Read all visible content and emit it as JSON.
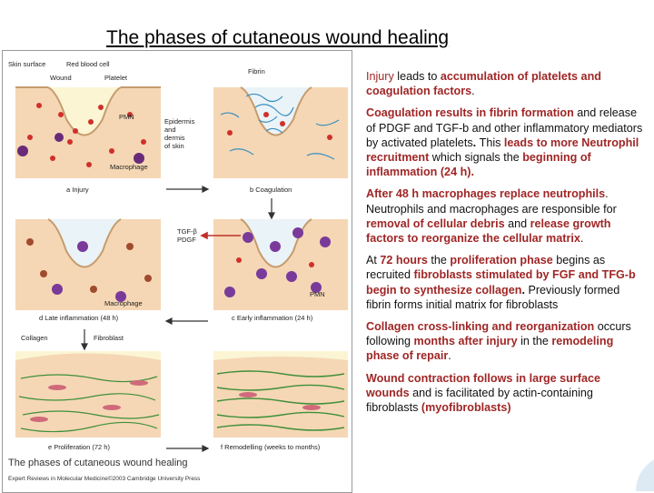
{
  "title": "The phases of cutaneous wound healing",
  "figure": {
    "labels": {
      "skin_surface": "Skin surface",
      "red_blood_cell": "Red blood cell",
      "wound": "Wound",
      "platelet": "Platelet",
      "fibrin": "Fibrin",
      "pmn": "PMN",
      "epidermis": [
        "Epidermis",
        "and",
        "dermis",
        "of skin"
      ],
      "macrophage": "Macrophage",
      "tgf": "TGF-β",
      "pdgf": "PDGF",
      "collagen": "Collagen",
      "fibroblast": "Fibroblast"
    },
    "captions": {
      "a": "a Injury",
      "b": "b Coagulation",
      "c": "c Early inflammation (24 h)",
      "d": "d Late inflammation (48 h)",
      "e": "e Proliferation (72 h)",
      "f": "f Remodelling (weeks to months)"
    },
    "footer_title": "The phases of cutaneous wound healing",
    "footer_credit": "Expert Reviews in Molecular Medicine©2003 Cambridge University Press"
  },
  "paragraphs": {
    "p1": {
      "t1": "Injury",
      "t2": " leads to  ",
      "t3": "accumulation of platelets and coagulation factors",
      "t4": "."
    },
    "p2": {
      "t1": "Coagulation results in fibrin formation",
      "t2": " and release of PDGF and TGF-b and other inflammatory mediators by activated platelets",
      "t3": ". ",
      "t4": "This ",
      "t5": "leads to more Neutrophil recruitment",
      "t6": " which signals the ",
      "t7": "beginning of inflammation (24 h).",
      "t8": ""
    },
    "p3": {
      "t1": "After 48 h macrophages replace neutrophils",
      "t2": ". ",
      "t3": "Neutrophils and macrophages are responsible for ",
      "t4": "removal of cellular debris",
      "t5": " and ",
      "t6": "release growth factors to reorganize the cellular matrix",
      "t7": "."
    },
    "p4": {
      "t1": "At ",
      "t2": "72 hours",
      "t3": " the ",
      "t4": "proliferation phase",
      "t5": " begins as recruited ",
      "t6": "fibroblasts stimulated by FGF and TFG-b begin to synthesize collagen",
      "t7": ". ",
      "t8": "Previously formed fibrin forms initial matrix for fibroblasts"
    },
    "p5": {
      "t1": "Collagen cross-linking and reorganization",
      "t2": " occurs following ",
      "t3": "months after injury",
      "t4": " in the ",
      "t5": "remodeling phase of repair",
      "t6": "."
    },
    "p6": {
      "t1": "Wound contraction follows in large surface wounds",
      "t2": " and is facilitated by actin-containing fibroblasts ",
      "t3": "(myofibroblasts)"
    }
  }
}
